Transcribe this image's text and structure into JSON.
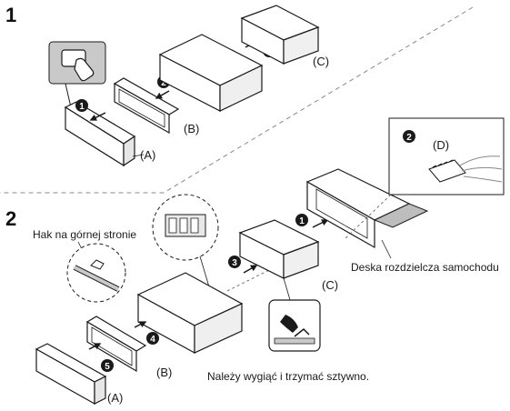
{
  "steps": {
    "one": "1",
    "two": "2"
  },
  "markers": {
    "m1": "1",
    "m2": "2",
    "m3": "3",
    "m4": "4",
    "m5": "5"
  },
  "parts": {
    "a": "(A)",
    "b": "(B)",
    "c": "(C)",
    "d": "(D)"
  },
  "captions": {
    "hook": "Hak na górnej stronie",
    "dashboard": "Deska rozdzielcza samochodu",
    "bend": "Należy wygiąć i trzymać sztywno."
  },
  "colors": {
    "line": "#1a1a1a",
    "panel_fill": "#ffffff",
    "gray_fill": "#c9c9c9",
    "dark_fill": "#3a3a3a"
  }
}
